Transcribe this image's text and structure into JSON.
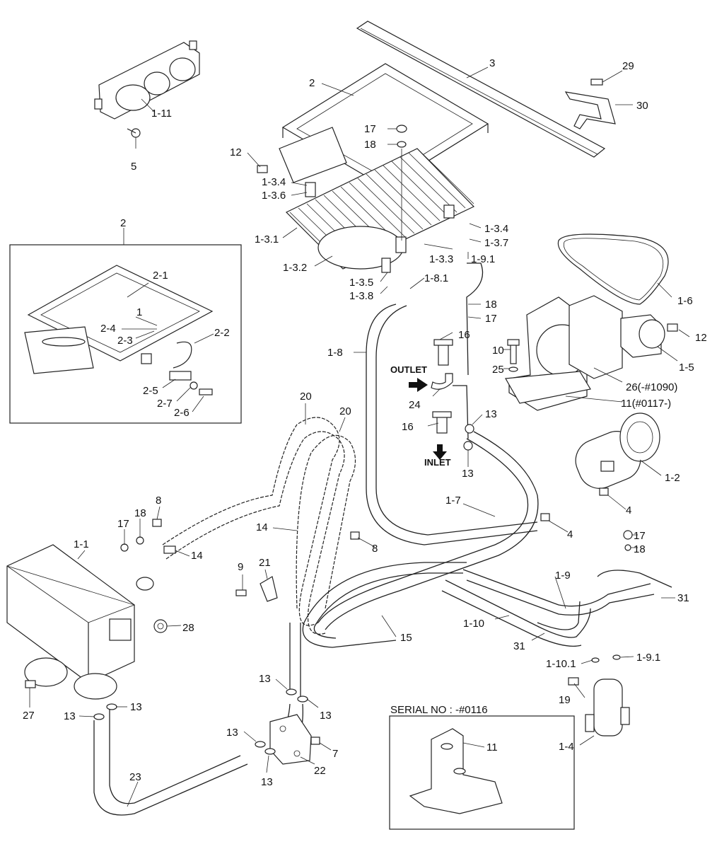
{
  "labels": {
    "p3": "3",
    "p2_top": "2",
    "p29": "29",
    "p30": "30",
    "p1_11": "1-11",
    "p5": "5",
    "p17_top": "17",
    "p18_top": "18",
    "p12_top": "12",
    "p1_3_4a": "1-3.4",
    "p1_3_6": "1-3.6",
    "p1_3_1": "1-3.1",
    "p1_3_2": "1-3.2",
    "p1_3_4b": "1-3.4",
    "p1_3_7": "1-3.7",
    "p1_3_3": "1-3.3",
    "p1_9_1a": "1-9.1",
    "p1_3_5": "1-3.5",
    "p1_3_8": "1-3.8",
    "p1_8_1": "1-8.1",
    "p18_mid": "18",
    "p17_mid": "17",
    "p1_6": "1-6",
    "p12_right": "12",
    "p1_5": "1-5",
    "p10": "10",
    "p25": "25",
    "p26": "26(-#1090)",
    "p11_right": "11(#0117-)",
    "p2_box": "2",
    "p2_1": "2-1",
    "p2_2": "2-2",
    "p1_box": "1",
    "p2_4": "2-4",
    "p2_3": "2-3",
    "p2_5": "2-5",
    "p2_7": "2-7",
    "p2_6": "2-6",
    "p1_8": "1-8",
    "p16a": "16",
    "outlet": "OUTLET",
    "p24": "24",
    "p16b": "16",
    "inlet": "INLET",
    "p13a": "13",
    "p13b": "13",
    "p1_2": "1-2",
    "p20a": "20",
    "p20b": "20",
    "p1_7": "1-7",
    "p4a": "4",
    "p4b": "4",
    "p8a": "8",
    "p18_left": "18",
    "p17_left": "17",
    "p14a": "14",
    "p14b": "14",
    "p8b": "8",
    "p1_1": "1-1",
    "p9": "9",
    "p21": "21",
    "p28": "28",
    "p17_r": "17",
    "p18_r": "18",
    "p1_9": "1-9",
    "p31a": "31",
    "p1_10": "1-10",
    "p15": "15",
    "p31b": "31",
    "p1_10_1": "1-10.1",
    "p1_9_1b": "1-9.1",
    "p19": "19",
    "p1_4": "1-4",
    "p27": "27",
    "p13c": "13",
    "p13d": "13",
    "p13e": "13",
    "p13f": "13",
    "p13g": "13",
    "p13h": "13",
    "p7": "7",
    "p22": "22",
    "p23": "23",
    "serial_title": "SERIAL NO : -#0116",
    "p11_box": "11"
  }
}
